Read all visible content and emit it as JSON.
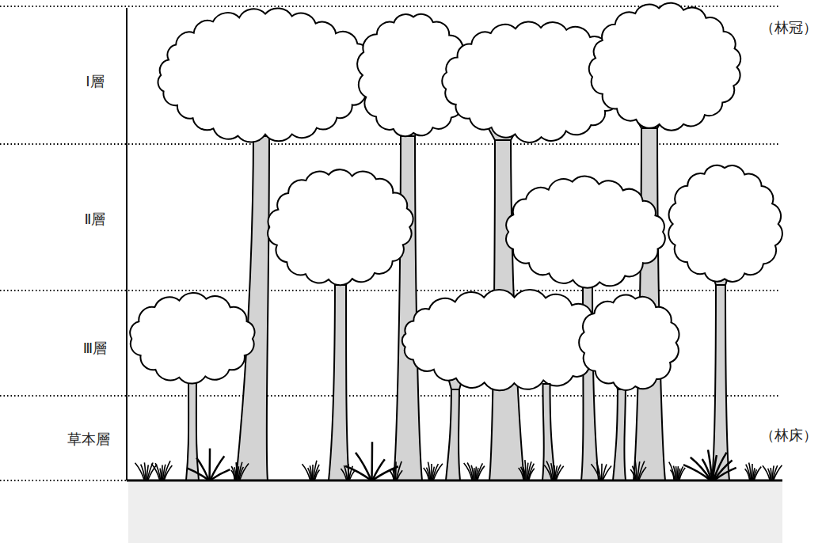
{
  "diagram": {
    "labels": [
      "Ⅰ層",
      "Ⅱ層",
      "Ⅲ層",
      "草本層",
      "（林冠）",
      "（林床）"
    ]
  }
}
